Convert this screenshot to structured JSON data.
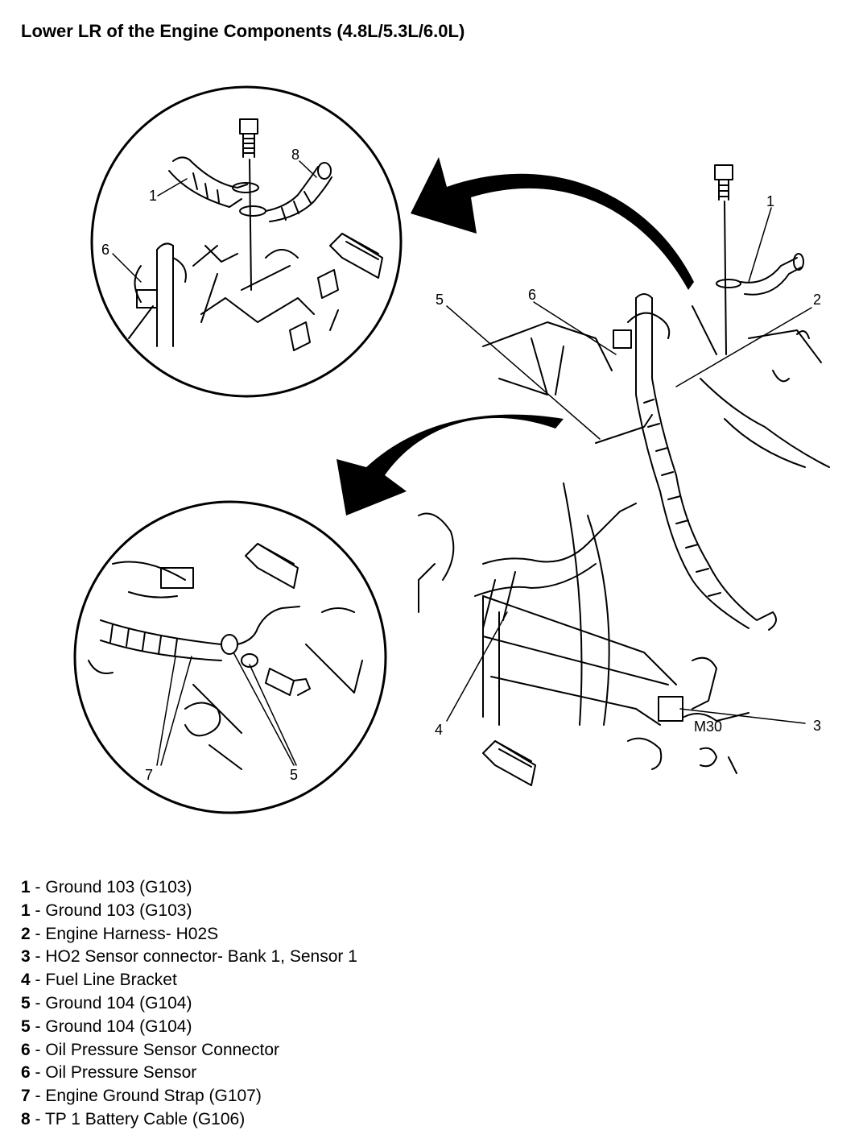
{
  "title": "Lower LR of the Engine Components (4.8L/5.3L/6.0L)",
  "callouts": {
    "top_circle": [
      "1",
      "8",
      "6"
    ],
    "main": [
      "1",
      "2",
      "3",
      "4",
      "5",
      "6"
    ],
    "bottom_circle": [
      "7",
      "5"
    ],
    "engine_mark": "M30"
  },
  "legend": [
    {
      "num": "1",
      "sep": " - ",
      "text": "Ground 103 (G103)"
    },
    {
      "num": "1",
      "sep": " - ",
      "text": "Ground 103 (G103)"
    },
    {
      "num": "2",
      "sep": " - ",
      "text": "Engine Harness- H02S"
    },
    {
      "num": "3",
      "sep": " - ",
      "text": "HO2 Sensor connector- Bank 1, Sensor 1"
    },
    {
      "num": "4",
      "sep": " - ",
      "text": "Fuel Line Bracket"
    },
    {
      "num": "5",
      "sep": " - ",
      "text": "Ground 104 (G104)"
    },
    {
      "num": "5",
      "sep": " - ",
      "text": "Ground 104 (G104)"
    },
    {
      "num": "6",
      "sep": " - ",
      "text": "Oil Pressure Sensor Connector"
    },
    {
      "num": "6",
      "sep": " - ",
      "text": "Oil Pressure Sensor"
    },
    {
      "num": "7",
      "sep": " - ",
      "text": "Engine Ground Strap (G107)"
    },
    {
      "num": "8",
      "sep": " - ",
      "text": "TP 1 Battery Cable (G106)"
    }
  ]
}
